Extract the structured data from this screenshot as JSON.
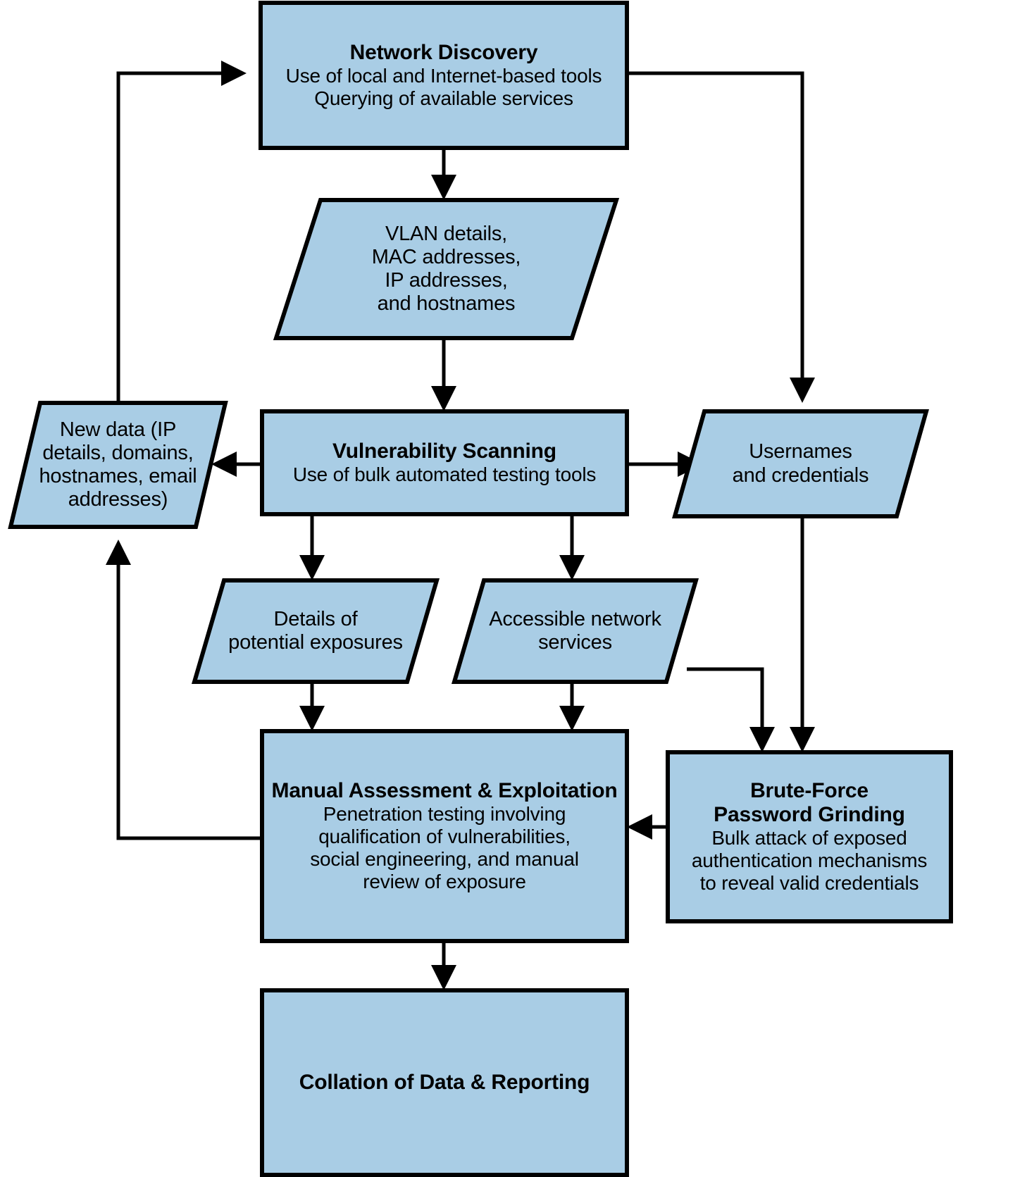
{
  "diagram": {
    "type": "flowchart",
    "title": "Network security assessment methodology flowchart",
    "colors": {
      "node_fill": "#a9cde5",
      "node_stroke": "#000000",
      "background": "#ffffff",
      "text": "#000000"
    },
    "nodes": [
      {
        "id": "network-discovery",
        "shape": "process",
        "title": "Network Discovery",
        "body": "Use of local and Internet-based tools\nQuerying of available services"
      },
      {
        "id": "vlan-details",
        "shape": "data",
        "title": "",
        "body": "VLAN details,\nMAC addresses,\nIP addresses,\nand hostnames"
      },
      {
        "id": "new-data",
        "shape": "data",
        "title": "",
        "body": "New data (IP\ndetails, domains,\nhostnames, email\naddresses)"
      },
      {
        "id": "vulnerability-scanning",
        "shape": "process",
        "title": "Vulnerability Scanning",
        "body": "Use of bulk  automated testing tools"
      },
      {
        "id": "usernames-credentials",
        "shape": "data",
        "title": "",
        "body": "Usernames\nand credentials"
      },
      {
        "id": "potential-exposures",
        "shape": "data",
        "title": "",
        "body": "Details of\npotential exposures"
      },
      {
        "id": "accessible-services",
        "shape": "data",
        "title": "",
        "body": "Accessible network\nservices"
      },
      {
        "id": "manual-assessment",
        "shape": "process",
        "title": "Manual Assessment & Exploitation",
        "body": "Penetration testing involving\nqualification of vulnerabilities,\nsocial engineering, and manual\nreview of exposure"
      },
      {
        "id": "brute-force",
        "shape": "process",
        "title": "Brute-Force\nPassword Grinding",
        "body": "Bulk attack of exposed\nauthentication mechanisms\nto reveal valid  credentials"
      },
      {
        "id": "collation-reporting",
        "shape": "process",
        "title": "Collation of Data & Reporting",
        "body": ""
      }
    ],
    "edges": [
      {
        "from": "network-discovery",
        "to": "vlan-details",
        "label": ""
      },
      {
        "from": "network-discovery",
        "to": "usernames-credentials",
        "label": ""
      },
      {
        "from": "vlan-details",
        "to": "vulnerability-scanning",
        "label": ""
      },
      {
        "from": "vulnerability-scanning",
        "to": "new-data",
        "label": ""
      },
      {
        "from": "vulnerability-scanning",
        "to": "usernames-credentials",
        "label": ""
      },
      {
        "from": "vulnerability-scanning",
        "to": "potential-exposures",
        "label": ""
      },
      {
        "from": "vulnerability-scanning",
        "to": "accessible-services",
        "label": ""
      },
      {
        "from": "new-data",
        "to": "network-discovery",
        "label": ""
      },
      {
        "from": "potential-exposures",
        "to": "manual-assessment",
        "label": ""
      },
      {
        "from": "accessible-services",
        "to": "manual-assessment",
        "label": ""
      },
      {
        "from": "accessible-services",
        "to": "brute-force",
        "label": ""
      },
      {
        "from": "usernames-credentials",
        "to": "brute-force",
        "label": ""
      },
      {
        "from": "brute-force",
        "to": "manual-assessment",
        "label": ""
      },
      {
        "from": "manual-assessment",
        "to": "new-data",
        "label": ""
      },
      {
        "from": "manual-assessment",
        "to": "collation-reporting",
        "label": ""
      }
    ]
  }
}
